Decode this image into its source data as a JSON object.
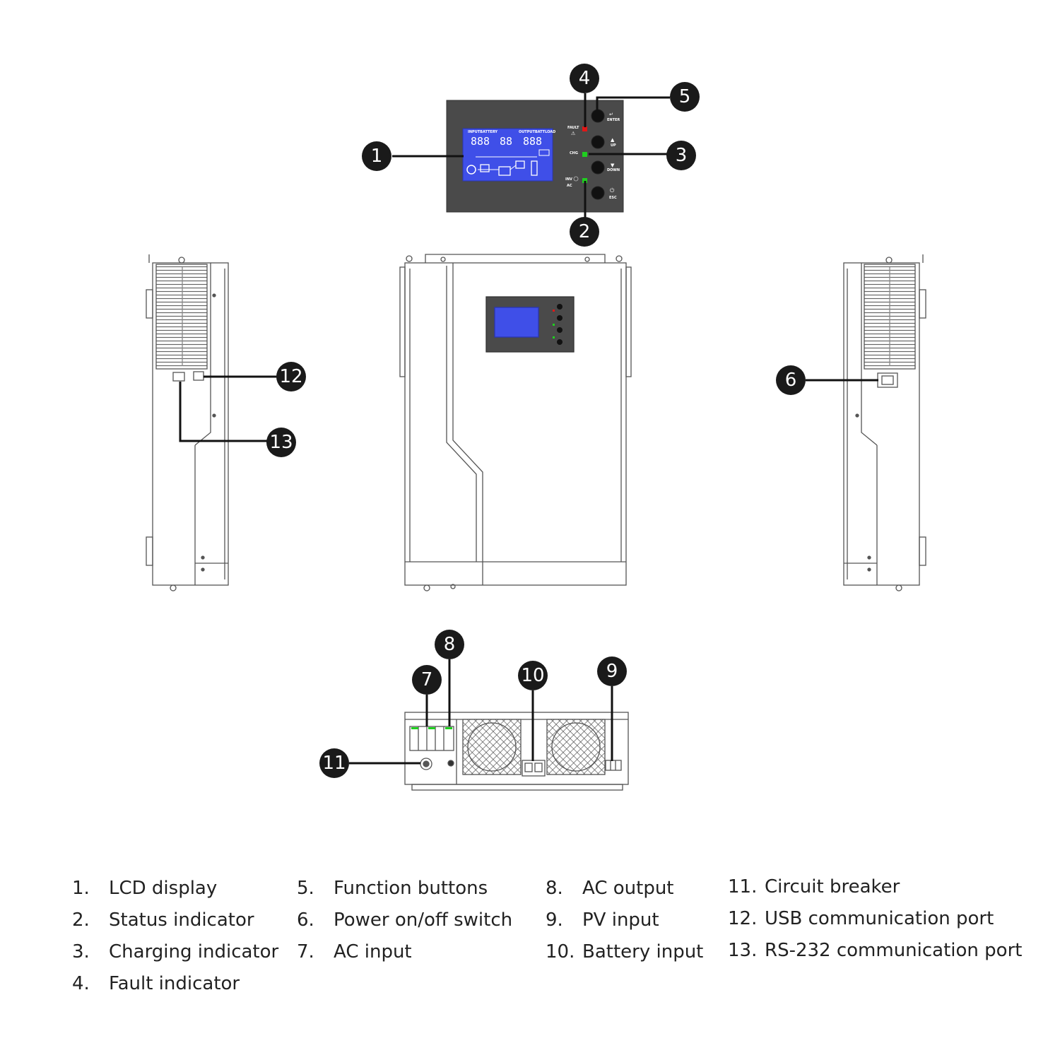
{
  "colors": {
    "outline": "#555555",
    "panel": "#4a4a4a",
    "lcd": "#3f4fe8",
    "led_fault": "#e01818",
    "led_ok": "#1fcf1f",
    "callout": "#1a1a1a",
    "text": "#222222"
  },
  "callouts": {
    "c1": "1",
    "c2": "2",
    "c3": "3",
    "c4": "4",
    "c5": "5",
    "c6": "6",
    "c7": "7",
    "c8": "8",
    "c9": "9",
    "c10": "10",
    "c11": "11",
    "c12": "12",
    "c13": "13"
  },
  "panel_labels": {
    "fault": "FAULT",
    "chg": "CHG",
    "inv": "INV",
    "ac": "AC",
    "enter": "ENTER",
    "up": "UP",
    "down": "DOWN",
    "esc": "ESC"
  },
  "lcd_text": {
    "input_battery": "INPUTBATTERY",
    "output_battery_load": "OUTPUTBATTLOAD",
    "digits_left": "888",
    "digits_mid": "88",
    "digits_right": "888"
  },
  "legend": [
    [
      {
        "num": "1.",
        "label": "LCD display"
      },
      {
        "num": "2.",
        "label": "Status indicator"
      },
      {
        "num": "3.",
        "label": "Charging indicator"
      },
      {
        "num": "4.",
        "label": "Fault indicator"
      }
    ],
    [
      {
        "num": "5.",
        "label": "Function buttons"
      },
      {
        "num": "6.",
        "label": "Power on/off switch"
      },
      {
        "num": "7.",
        "label": "AC input"
      }
    ],
    [
      {
        "num": "8.",
        "label": "AC output"
      },
      {
        "num": "9.",
        "label": "PV input"
      },
      {
        "num": "10.",
        "label": "Battery input"
      }
    ],
    [
      {
        "num": "11.",
        "label": "Circuit breaker"
      },
      {
        "num": "12.",
        "label": "USB communication port"
      },
      {
        "num": "13.",
        "label": "RS-232 communication port"
      }
    ]
  ]
}
